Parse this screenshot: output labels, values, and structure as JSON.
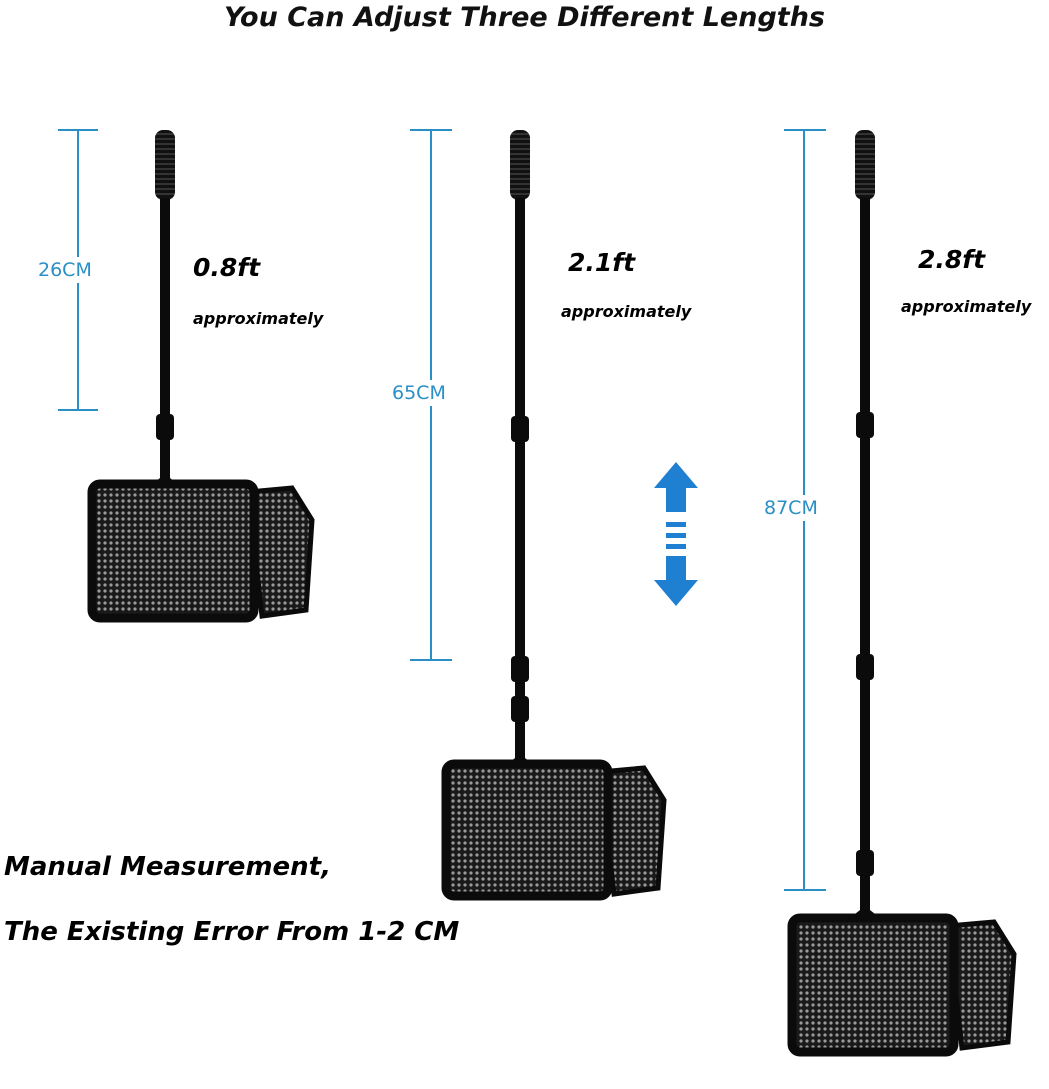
{
  "title": "You Can Adjust Three Different Lengths",
  "nets": [
    {
      "length_ft": "0.8ft",
      "approx": "approximately",
      "length_cm": "26CM"
    },
    {
      "length_ft": "2.1ft",
      "approx": "approximately",
      "length_cm": "65CM"
    },
    {
      "length_ft": "2.8ft",
      "approx": "approximately",
      "length_cm": "87CM"
    }
  ],
  "note": {
    "line1": "Manual Measurement,",
    "line2": "The Existing Error From 1-2 CM"
  },
  "colors": {
    "accent": "#2a8fc4",
    "arrow": "#1f7fd0",
    "net": "#0b0b0b"
  },
  "icons": {
    "adjust": "double-arrow-icon"
  }
}
